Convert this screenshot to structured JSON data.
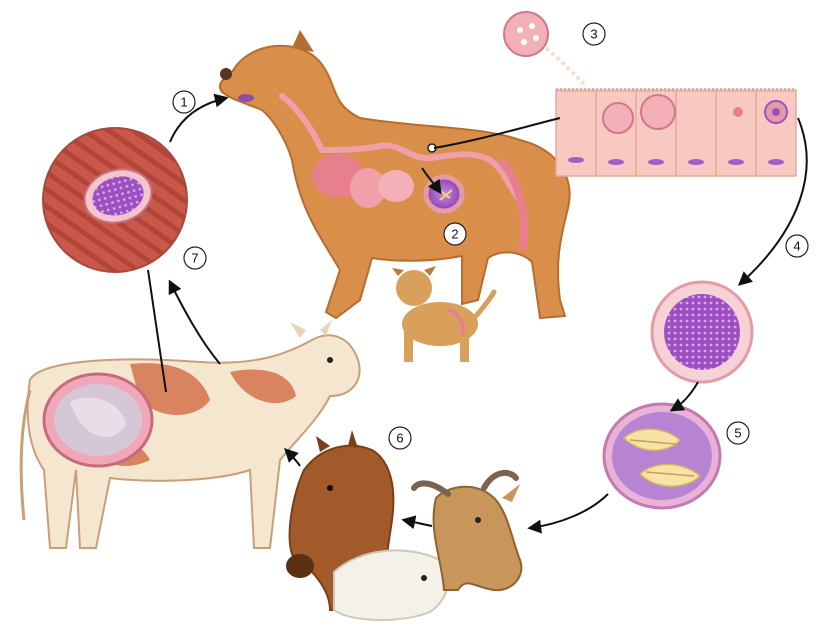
{
  "steps": [
    {
      "number": "1"
    },
    {
      "number": "2"
    },
    {
      "number": "3"
    },
    {
      "number": "4"
    },
    {
      "number": "5"
    },
    {
      "number": "6"
    },
    {
      "number": "7"
    }
  ],
  "palette": {
    "dog": "#d98f4a",
    "dog_shade": "#b66d2f",
    "organ_pink": "#f0a0a8",
    "tissue": "#f7c9c0",
    "cyst_purple": "#9b4fc0",
    "oocyst_wall": "#e59aa8",
    "muscle_red": "#c9574a",
    "cow_patch": "#d9845e",
    "cow_base": "#f5e6cf",
    "horse": "#a35a2a",
    "goat": "#c8955a",
    "sheep": "#f4f1ea",
    "arrow": "#111111"
  },
  "icons": [
    "dog",
    "puppy",
    "intestinal-epithelium",
    "unsporulated-oocyst",
    "sporulated-oocyst",
    "cow",
    "horse",
    "goat",
    "sheep",
    "muscle-cyst",
    "fetus"
  ]
}
